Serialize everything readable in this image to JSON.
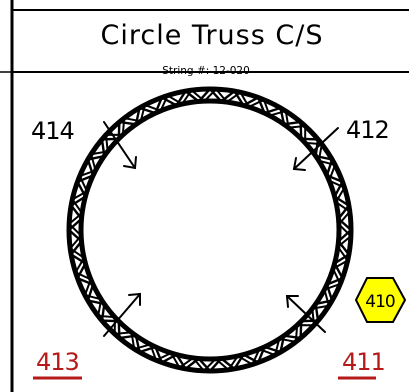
{
  "diagram": {
    "title": "Circle Truss C/S",
    "subtitle": "String #: 12-020",
    "labels": [
      {
        "id": "top-left",
        "text": "414",
        "color": "#000000",
        "underline": false
      },
      {
        "id": "top-right",
        "text": "412",
        "color": "#000000",
        "underline": false
      },
      {
        "id": "bottom-left",
        "text": "413",
        "color": "#b51a1a",
        "underline": true
      },
      {
        "id": "bottom-right",
        "text": "411",
        "color": "#b51a1a",
        "underline": true
      }
    ],
    "badge": {
      "text": "410",
      "fill": "#ffff00",
      "stroke": "#000000"
    },
    "colors": {
      "truss": "#000000",
      "ink": "#000000",
      "accent_red": "#b51a1a",
      "background": "#ffffff"
    }
  }
}
